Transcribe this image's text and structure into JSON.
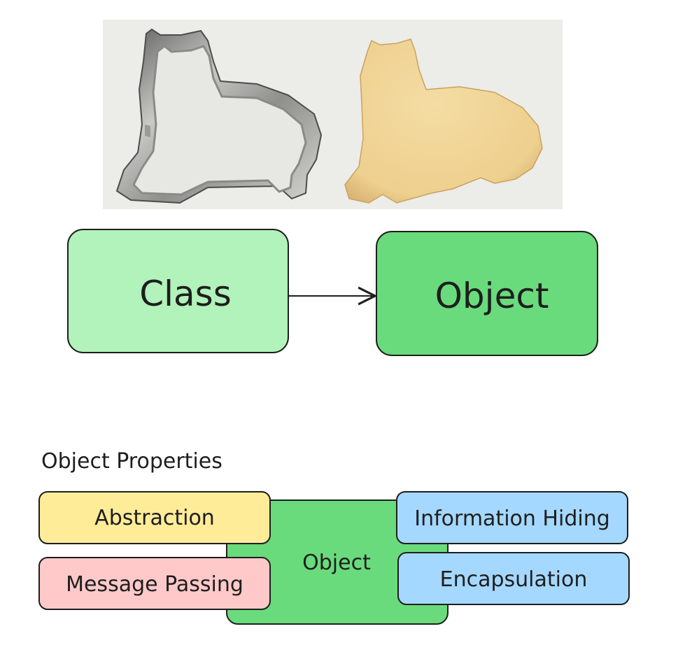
{
  "photo": {
    "left_item": "cat-shaped metal cookie cutter",
    "right_item": "cat-shaped sugar cookie",
    "background": "#ecece9"
  },
  "top_diagram": {
    "class_label": "Class",
    "object_label": "Object",
    "class_fill": "#b2f2bb",
    "object_fill": "#69db7c"
  },
  "properties": {
    "title": "Object Properties",
    "center_label": "Object",
    "abstraction": "Abstraction",
    "message_passing": "Message Passing",
    "information_hiding": "Information Hiding",
    "encapsulation": "Encapsulation",
    "colors": {
      "center": "#69db7c",
      "abstraction": "#ffec99",
      "message_passing": "#ffc9c9",
      "info": "#a5d8ff"
    }
  }
}
